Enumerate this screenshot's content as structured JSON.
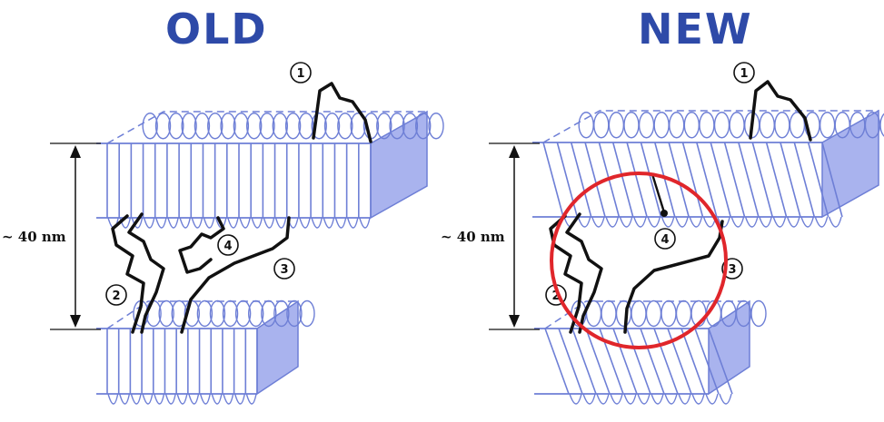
{
  "panels": {
    "old": {
      "title": "OLD"
    },
    "new": {
      "title": "NEW"
    }
  },
  "spacing_label": "~ 40 nm",
  "markers": [
    "1",
    "2",
    "3",
    "4"
  ],
  "colors": {
    "title": "#2e4aa8",
    "lamella_stroke": "#6e7fd6",
    "lamella_face": "#a9b3ee",
    "tether": "#111111",
    "highlight_circle": "#e0262b"
  }
}
